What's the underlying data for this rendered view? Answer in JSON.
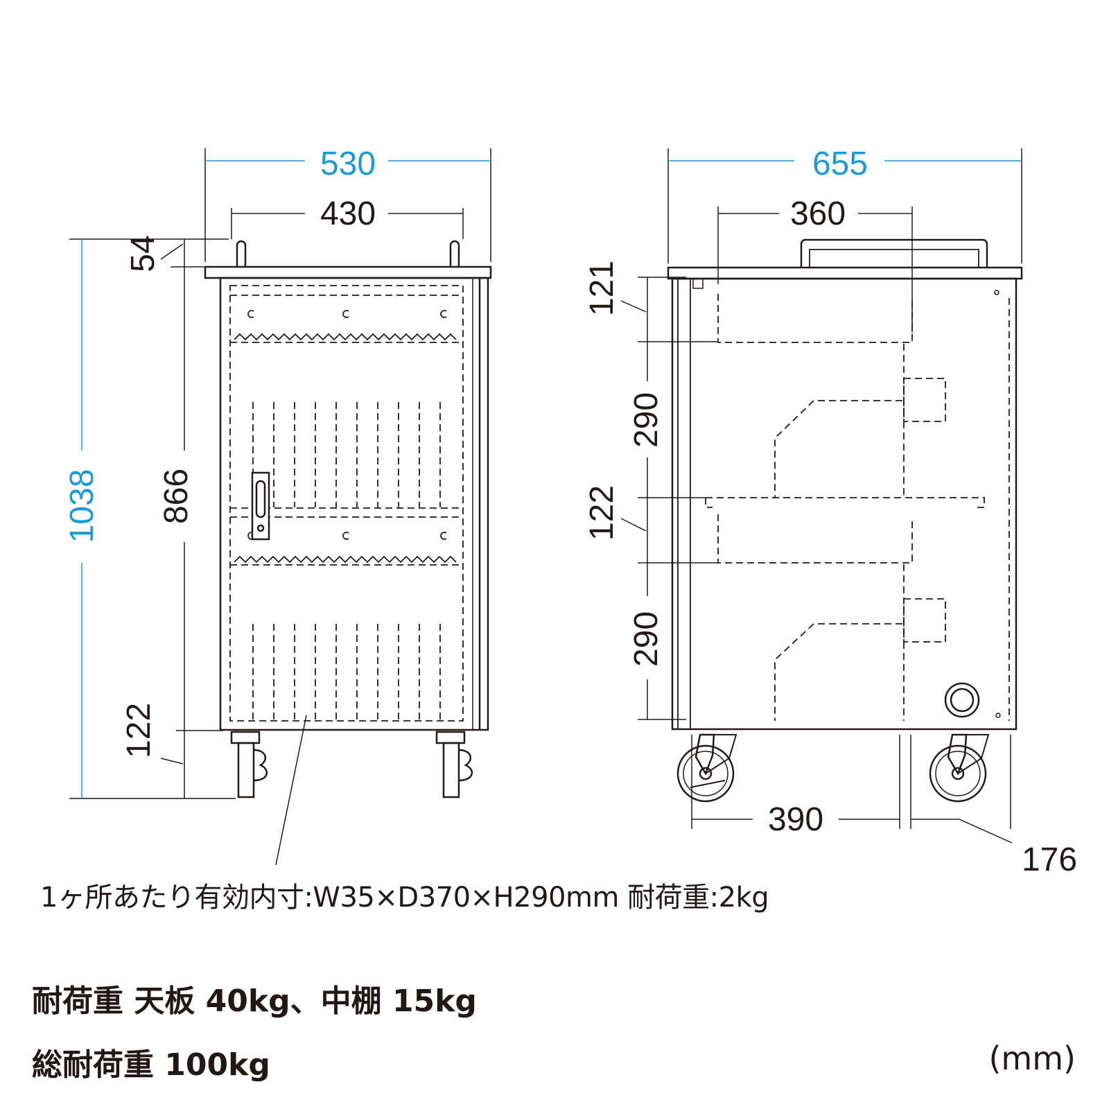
{
  "front_view": {
    "width_outer": "530",
    "width_inner": "430",
    "height_total": "1038",
    "height_body": "866",
    "top_offset": "54",
    "bottom_clearance": "122"
  },
  "side_view": {
    "depth_outer": "655",
    "handle_width": "360",
    "top_gap": "121",
    "shelf_height_upper": "290",
    "middle_gap": "122",
    "shelf_height_lower": "290",
    "caster_spacing": "390",
    "rear_offset": "176"
  },
  "note": "1ヶ所あたり有効内寸:W35×D370×H290mm 耐荷重:2kg",
  "specs": {
    "line1": "耐荷重 天板 40kg、中棚 15kg",
    "line2": "総耐荷重 100kg"
  },
  "unit": "(mm)",
  "colors": {
    "dimension_accent": "#1d9ad6",
    "line": "#231815"
  }
}
